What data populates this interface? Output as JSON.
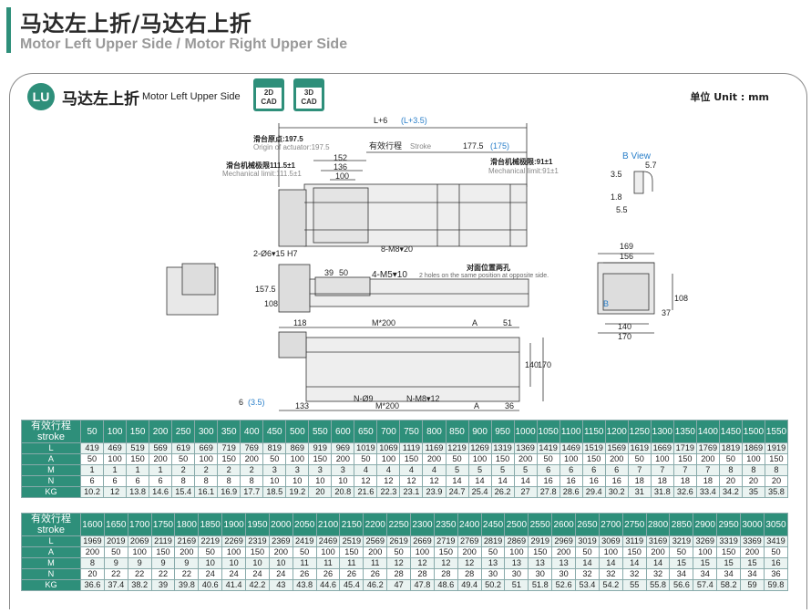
{
  "header": {
    "title": "马达左上折/马达右上折",
    "subtitle": "Motor Left Upper Side / Motor Right Upper Side"
  },
  "section": {
    "badge": "LU",
    "title": "马达左上折",
    "subtitle": "Motor Left Upper Side",
    "cad_2d": [
      "2D",
      "CAD"
    ],
    "cad_3d": [
      "3D",
      "CAD"
    ],
    "unit": "单位 Unit : mm"
  },
  "drawing": {
    "total_length": "L+6",
    "total_length_alt": "(L+3.5)",
    "origin_cn": "滑台原点:197.5",
    "origin_en": "Origin of actuator:197.5",
    "stroke_cn": "有效行程",
    "stroke_en": "Stroke",
    "right_dim": "177.5",
    "right_dim_alt": "(175)",
    "mech_left_cn": "滑台机械极限111.5±1",
    "mech_left_en": "Mechanical limit:111.5±1",
    "mech_right_cn": "滑台机械极限:91±1",
    "mech_right_en": "Mechanical limit:91±1",
    "dim_152": "152",
    "dim_136": "136",
    "dim_100": "100",
    "hole_a": "2-Ø6▾15 H7",
    "hole_b": "8-M8▾20",
    "bview": "B View",
    "b_35": "3.5",
    "b_57": "5.7",
    "b_18": "1.8",
    "b_55": "5.5",
    "side_1575": "157.5",
    "side_108": "108",
    "side_39": "39",
    "side_50": "50",
    "m5": "4-M5▾10",
    "m5_note": "2 holes on the same position at opposite side.",
    "opposite_cn": "对面位置两孔",
    "end_169": "169",
    "end_156": "156",
    "end_108": "108",
    "end_37": "37",
    "end_140": "140",
    "end_170": "170",
    "end_b": "B",
    "top_118": "118",
    "top_m200": "M*200",
    "top_a": "A",
    "top_51": "51",
    "bot_6": "6",
    "bot_6alt": "(3.5)",
    "bot_133": "133",
    "bot_n9": "N-Ø9",
    "bot_m8": "N-M8▾12",
    "bot_m200": "M*200",
    "bot_a": "A",
    "bot_36": "36",
    "bot_140": "140",
    "bot_170": "170"
  },
  "table1": {
    "header_cn": "有效行程",
    "header_en": "stroke",
    "strokes": [
      "50",
      "100",
      "150",
      "200",
      "250",
      "300",
      "350",
      "400",
      "450",
      "500",
      "550",
      "600",
      "650",
      "700",
      "750",
      "800",
      "850",
      "900",
      "950",
      "1000",
      "1050",
      "1100",
      "1150",
      "1200",
      "1250",
      "1300",
      "1350",
      "1400",
      "1450",
      "1500",
      "1550"
    ],
    "rows": [
      {
        "label": "L",
        "values": [
          "419",
          "469",
          "519",
          "569",
          "619",
          "669",
          "719",
          "769",
          "819",
          "869",
          "919",
          "969",
          "1019",
          "1069",
          "1119",
          "1169",
          "1219",
          "1269",
          "1319",
          "1369",
          "1419",
          "1469",
          "1519",
          "1569",
          "1619",
          "1669",
          "1719",
          "1769",
          "1819",
          "1869",
          "1919"
        ]
      },
      {
        "label": "A",
        "values": [
          "50",
          "100",
          "150",
          "200",
          "50",
          "100",
          "150",
          "200",
          "50",
          "100",
          "150",
          "200",
          "50",
          "100",
          "150",
          "200",
          "50",
          "100",
          "150",
          "200",
          "50",
          "100",
          "150",
          "200",
          "50",
          "100",
          "150",
          "200",
          "50",
          "100",
          "150"
        ]
      },
      {
        "label": "M",
        "values": [
          "1",
          "1",
          "1",
          "1",
          "2",
          "2",
          "2",
          "2",
          "3",
          "3",
          "3",
          "3",
          "4",
          "4",
          "4",
          "4",
          "5",
          "5",
          "5",
          "5",
          "6",
          "6",
          "6",
          "6",
          "7",
          "7",
          "7",
          "7",
          "8",
          "8",
          "8"
        ]
      },
      {
        "label": "N",
        "values": [
          "6",
          "6",
          "6",
          "6",
          "8",
          "8",
          "8",
          "8",
          "10",
          "10",
          "10",
          "10",
          "12",
          "12",
          "12",
          "12",
          "14",
          "14",
          "14",
          "14",
          "16",
          "16",
          "16",
          "16",
          "18",
          "18",
          "18",
          "18",
          "20",
          "20",
          "20"
        ]
      },
      {
        "label": "KG",
        "values": [
          "10.2",
          "12",
          "13.8",
          "14.6",
          "15.4",
          "16.1",
          "16.9",
          "17.7",
          "18.5",
          "19.2",
          "20",
          "20.8",
          "21.6",
          "22.3",
          "23.1",
          "23.9",
          "24.7",
          "25.4",
          "26.2",
          "27",
          "27.8",
          "28.6",
          "29.4",
          "30.2",
          "31",
          "31.8",
          "32.6",
          "33.4",
          "34.2",
          "35",
          "35.8"
        ]
      }
    ]
  },
  "table2": {
    "header_cn": "有效行程",
    "header_en": "stroke",
    "strokes": [
      "1600",
      "1650",
      "1700",
      "1750",
      "1800",
      "1850",
      "1900",
      "1950",
      "2000",
      "2050",
      "2100",
      "2150",
      "2200",
      "2250",
      "2300",
      "2350",
      "2400",
      "2450",
      "2500",
      "2550",
      "2600",
      "2650",
      "2700",
      "2750",
      "2800",
      "2850",
      "2900",
      "2950",
      "3000",
      "3050"
    ],
    "rows": [
      {
        "label": "L",
        "values": [
          "1969",
          "2019",
          "2069",
          "2119",
          "2169",
          "2219",
          "2269",
          "2319",
          "2369",
          "2419",
          "2469",
          "2519",
          "2569",
          "2619",
          "2669",
          "2719",
          "2769",
          "2819",
          "2869",
          "2919",
          "2969",
          "3019",
          "3069",
          "3119",
          "3169",
          "3219",
          "3269",
          "3319",
          "3369",
          "3419"
        ]
      },
      {
        "label": "A",
        "values": [
          "200",
          "50",
          "100",
          "150",
          "200",
          "50",
          "100",
          "150",
          "200",
          "50",
          "100",
          "150",
          "200",
          "50",
          "100",
          "150",
          "200",
          "50",
          "100",
          "150",
          "200",
          "50",
          "100",
          "150",
          "200",
          "50",
          "100",
          "150",
          "200",
          "50"
        ]
      },
      {
        "label": "M",
        "values": [
          "8",
          "9",
          "9",
          "9",
          "9",
          "10",
          "10",
          "10",
          "10",
          "11",
          "11",
          "11",
          "11",
          "12",
          "12",
          "12",
          "12",
          "13",
          "13",
          "13",
          "13",
          "14",
          "14",
          "14",
          "14",
          "15",
          "15",
          "15",
          "15",
          "16"
        ]
      },
      {
        "label": "N",
        "values": [
          "20",
          "22",
          "22",
          "22",
          "22",
          "24",
          "24",
          "24",
          "24",
          "26",
          "26",
          "26",
          "26",
          "28",
          "28",
          "28",
          "28",
          "30",
          "30",
          "30",
          "30",
          "32",
          "32",
          "32",
          "32",
          "34",
          "34",
          "34",
          "34",
          "36"
        ]
      },
      {
        "label": "KG",
        "values": [
          "36.6",
          "37.4",
          "38.2",
          "39",
          "39.8",
          "40.6",
          "41.4",
          "42.2",
          "43",
          "43.8",
          "44.6",
          "45.4",
          "46.2",
          "47",
          "47.8",
          "48.6",
          "49.4",
          "50.2",
          "51",
          "51.8",
          "52.6",
          "53.4",
          "54.2",
          "55",
          "55.8",
          "56.6",
          "57.4",
          "58.2",
          "59",
          "59.8"
        ]
      }
    ]
  },
  "colors": {
    "accent": "#2e8f7a",
    "blue": "#2a7fc9"
  }
}
